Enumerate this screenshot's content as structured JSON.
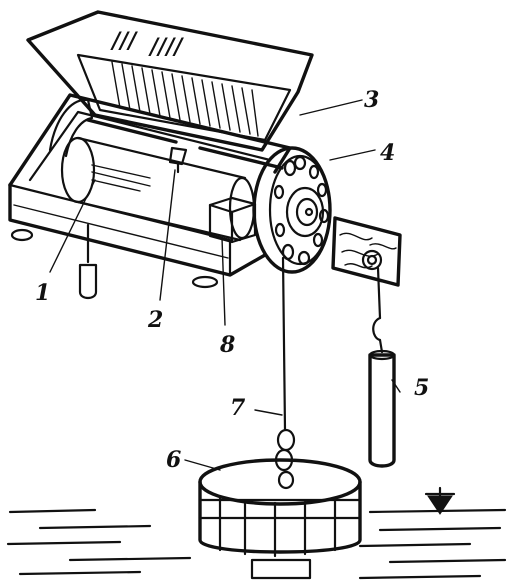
{
  "diagram": {
    "ink_color": "#111111",
    "background": "#ffffff",
    "labels": [
      {
        "id": "label-1",
        "text": "1"
      },
      {
        "id": "label-2",
        "text": "2"
      },
      {
        "id": "label-3",
        "text": "3"
      },
      {
        "id": "label-4",
        "text": "4"
      },
      {
        "id": "label-5",
        "text": "5"
      },
      {
        "id": "label-6",
        "text": "6"
      },
      {
        "id": "label-7",
        "text": "7"
      },
      {
        "id": "label-8",
        "text": "8"
      }
    ],
    "lid_marks": [
      "///",
      "////"
    ]
  }
}
